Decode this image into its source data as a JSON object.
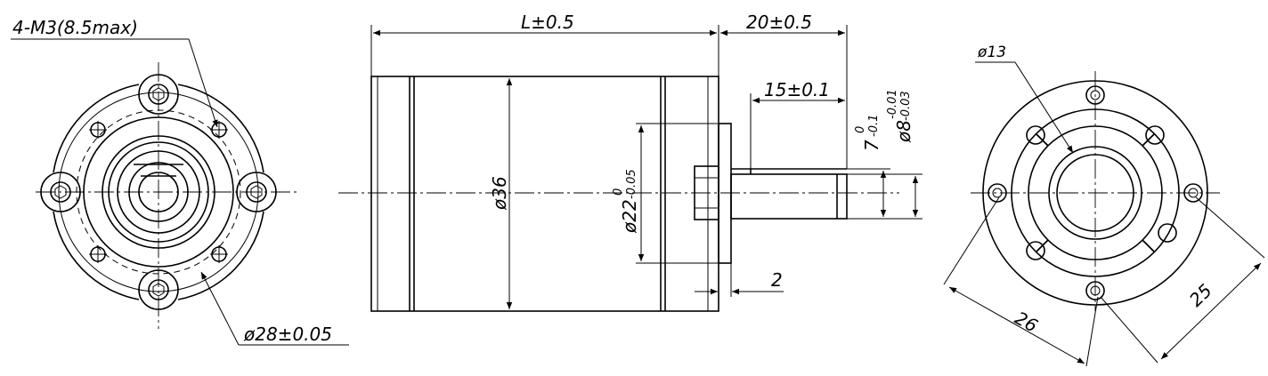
{
  "front_view": {
    "thread_label": "4-M3(8.5max)",
    "pcd_label": "ø28±0.05"
  },
  "side_view": {
    "length_label": "L±0.5",
    "shaft_length_label": "20±0.5",
    "flat_length_label": "15±0.1",
    "body_diameter_label": "ø36",
    "pilot_diameter_main": "ø22",
    "pilot_tol_upper": "0",
    "pilot_tol_lower": "-0.05",
    "pilot_length_label": "2",
    "flat_height_main": "7",
    "flat_tol_upper": "0",
    "flat_tol_lower": "-0.1",
    "shaft_diameter_main": "ø8",
    "shaft_tol_upper": "-0.01",
    "shaft_tol_lower": "-0.03"
  },
  "rear_view": {
    "hole_diameter_label": "ø13",
    "spacing_a_label": "26",
    "spacing_b_label": "25"
  }
}
